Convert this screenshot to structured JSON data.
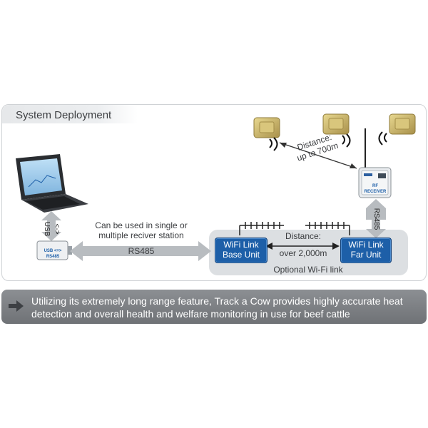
{
  "panel": {
    "title": "System Deployment"
  },
  "laptop": {
    "cable_label": "<-> USB"
  },
  "converter": {
    "label": "USB <=> RS485"
  },
  "receiver": {
    "label": "RF RECEIVER",
    "cable_label": "RS485"
  },
  "annotations": {
    "single_multi_line1": "Can be used in single or",
    "single_multi_line2": "multiple reciver station",
    "rs485_link": "RS485",
    "distance_rf_line1": "Distance:",
    "distance_rf_line2": "up to 700m",
    "distance_wifi_line1": "Distance:",
    "distance_wifi_line2": "over 2,000m",
    "optional_wifi": "Optional Wi-Fi link"
  },
  "wifi_base": {
    "line1": "WiFi Link",
    "line2": "Base Unit"
  },
  "wifi_far": {
    "line1": "WiFi Link",
    "line2": "Far Unit"
  },
  "banner": {
    "text": "Utilizing its extremely long range feature, Track a Cow provides highly accurate heat detection and overall health and welfare monitoring in use for beef cattle"
  },
  "colors": {
    "accent_blue": "#1d5fa8",
    "tag_gold": "#c8b46a",
    "banner_gray": "#7d8084",
    "arrow_gray": "#b8bcc0"
  }
}
